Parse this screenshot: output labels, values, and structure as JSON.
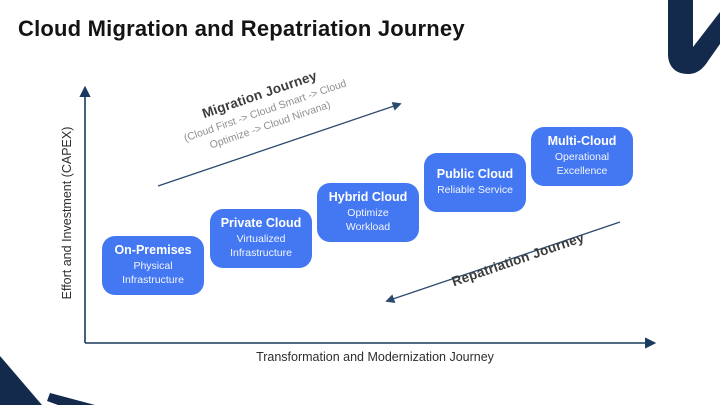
{
  "slide": {
    "title": "Cloud Migration and Repatriation Journey"
  },
  "axes": {
    "y_label": "Effort and Investment (CAPEX)",
    "x_label": "Transformation and Modernization Journey"
  },
  "journeys": {
    "migration": {
      "label": "Migration Journey",
      "sublabel": "(Cloud First -> Cloud Smart -> Cloud Optimize -> Cloud Nirvana)"
    },
    "repatriation": {
      "label": "Repatriation Journey"
    }
  },
  "stages": [
    {
      "title": "On-Premises",
      "subtitle": "Physical Infrastructure"
    },
    {
      "title": "Private Cloud",
      "subtitle": "Virtualized Infrastructure"
    },
    {
      "title": "Hybrid Cloud",
      "subtitle": "Optimize Workload"
    },
    {
      "title": "Public Cloud",
      "subtitle": "Reliable Service"
    },
    {
      "title": "Multi-Cloud",
      "subtitle": "Operational Excellence"
    }
  ],
  "colors": {
    "stage_box_blue": "#4478F2",
    "brand_navy": "#132A4D",
    "axis_navy": "#1B3A5F",
    "arrow_navy": "#2C4A70",
    "title_black": "#141414",
    "label_gray": "#3C3C3C",
    "sublabel_gray": "#8F8F8F"
  }
}
